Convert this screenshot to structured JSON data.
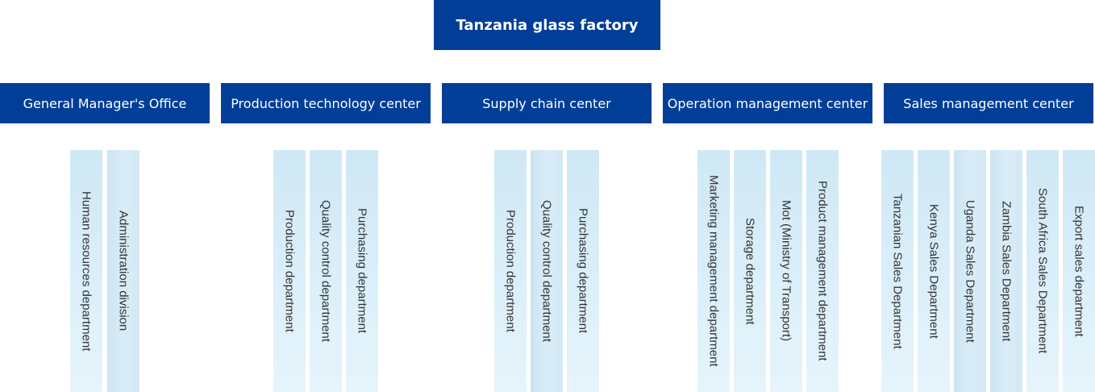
{
  "root": {
    "label": "Tanzania glass factory"
  },
  "colors": {
    "primary": "#003e97",
    "department_bg": "#d6ecf7",
    "department_text": "#333333"
  },
  "centers": [
    {
      "label": "General Manager's Office",
      "departments": [
        "Human resources department",
        "Administration division"
      ]
    },
    {
      "label": "Production technology center",
      "departments": [
        "Production department",
        "Quality control department",
        "Purchasing department"
      ]
    },
    {
      "label": "Supply chain center",
      "departments": [
        "Production department",
        "Quality control department",
        "Purchasing department"
      ]
    },
    {
      "label": "Operation management center",
      "departments": [
        "Marketing management department",
        "Storage department",
        "Mot (Ministry of Transport)",
        "Product management department"
      ]
    },
    {
      "label": "Sales management center",
      "departments": [
        "Tanzanian Sales Department",
        "Kenya Sales Department",
        "Uganda Sales Department",
        "Zambia Sales Department",
        "South Africa Sales Department",
        "Export sales department"
      ]
    }
  ]
}
